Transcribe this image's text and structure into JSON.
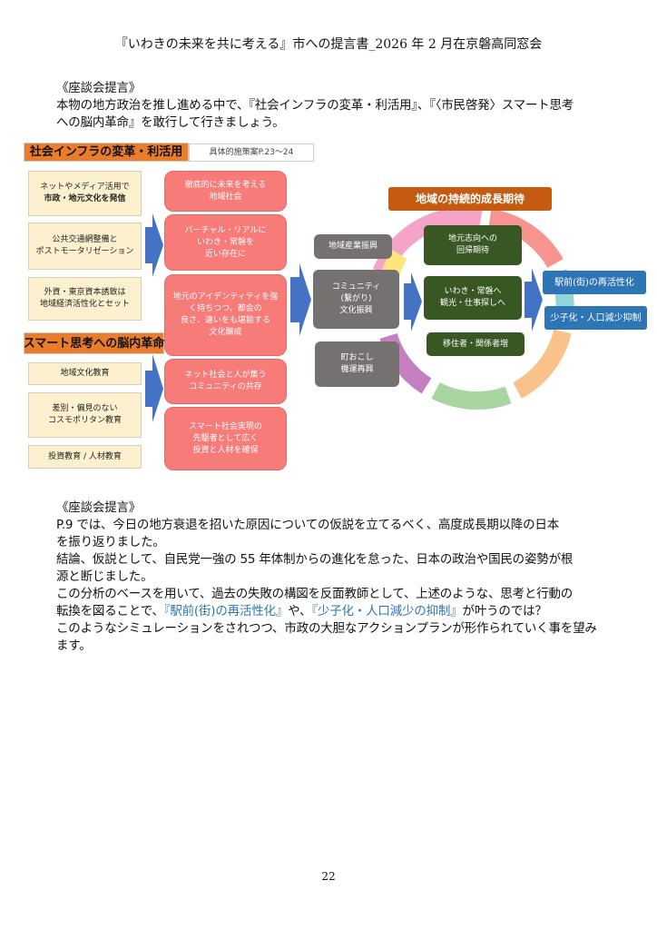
{
  "header": {
    "title": "『いわきの未来を共に考える』市への提言書_2026 年 2 月在京磐高同窓会"
  },
  "section1": {
    "heading": "《座談会提言》",
    "lines": [
      "本物の地方政治を推し進める中で、『社会インフラの変革・利活用』、『〈市民啓発〉スマート思考",
      "への脳内革命』を敢行して行きましょう。"
    ]
  },
  "diagram": {
    "infra_header": "社会インフラの変革・利活用",
    "infra_ref": "具体的施策案P.23～24",
    "infra_items": [
      {
        "line1": "ネットやメディア活用で",
        "line2": "市政・地元文化を発信"
      },
      {
        "line1": "公共交通網整備と",
        "line2": "ポストモータリゼーション"
      },
      {
        "line1": "外資・東京資本誘致は",
        "line2": "地域経済活性化とセット"
      }
    ],
    "smart_header": "スマート思考への脳内革命",
    "smart_items": [
      {
        "line1": "地域文化教育",
        "line2": ""
      },
      {
        "line1": "差別・偏見のない",
        "line2": "コスモポリタン教育"
      },
      {
        "line1": "投資教育 / 人材教育",
        "line2": ""
      }
    ],
    "outcomes": [
      "徹底的に未来を考える\n地域社会",
      "バーチャル・リアルに\nいわき・常磐を\n近い存在に",
      "地元のアイデンティティを強\nく持ちつつ、都会の\n良さ、違いをも堪能する\n文化醸成",
      "ネット社会と人が集う\nコミュニティの共存",
      "スマート社会実現の\n先駆者として広く\n投資と人材を確保"
    ],
    "growth_header": "地域の持続的成長期待",
    "cycle_gray": [
      "地域産業振興",
      "コミュニティ\n(繋がり)\n文化振興",
      "町おこし\n機運再興"
    ],
    "cycle_green": [
      "地元志向への\n回帰期待",
      "いわき・常磐へ\n観光・仕事探しへ",
      "移住者・関係者増"
    ],
    "results": [
      "駅前(街)の再活性化",
      "少子化・人口減少抑制"
    ],
    "colors": {
      "orange_header": "#e97d2b",
      "growth_header": "#c55a11",
      "pink": "#f77b78",
      "gray": "#767171",
      "green": "#385723",
      "blue": "#2e75b6",
      "arrow": "#4472c4"
    }
  },
  "section2": {
    "heading": "《座談会提言》",
    "line1": "P.9 では、今日の地方衰退を招いた原因についての仮説を立てるべく、高度成長期以降の日本",
    "line2": "を振り返りました。",
    "line3": "結論、仮説として、自民党一強の 55 年体制からの進化を怠った、日本の政治や国民の姿勢が根",
    "line4": "源と断じました。",
    "line5": "この分析のベースを用いて、過去の失敗の構図を反面教師として、上述のような、思考と行動の",
    "line6a": "転換を図ることで、",
    "line6b": "『駅前(街)の再活性化』",
    "line6c": "や、",
    "line6d": "『少子化・人口減少の抑制』",
    "line6e": "が叶うのでは？",
    "line7": "このようなシミュレーションをされつつ、市政の大胆なアクションプランが形作られていく事を望み",
    "line8": "ます。"
  },
  "footer": {
    "page_number": "22"
  }
}
